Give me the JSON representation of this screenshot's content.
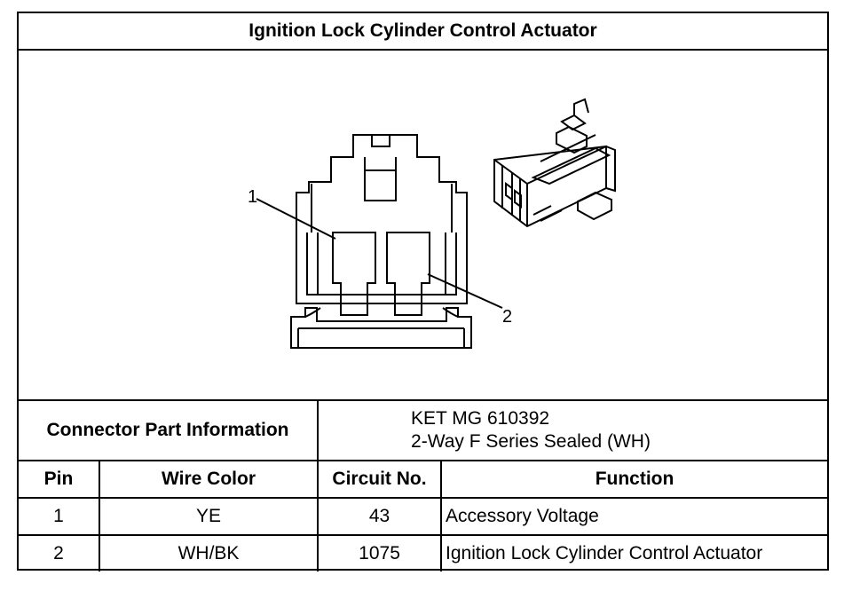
{
  "title": "Ignition Lock Cylinder Control Actuator",
  "callouts": [
    "1",
    "2"
  ],
  "connector_info": {
    "label": "Connector Part Information",
    "part_number": "KET MG 610392",
    "description": "2-Way F Series Sealed (WH)"
  },
  "table": {
    "headers": [
      "Pin",
      "Wire Color",
      "Circuit No.",
      "Function"
    ],
    "rows": [
      {
        "pin": "1",
        "wire_color": "YE",
        "circuit": "43",
        "function": "Accessory Voltage"
      },
      {
        "pin": "2",
        "wire_color": "WH/BK",
        "circuit": "1075",
        "function": "Ignition Lock Cylinder Control Actuator"
      }
    ]
  }
}
